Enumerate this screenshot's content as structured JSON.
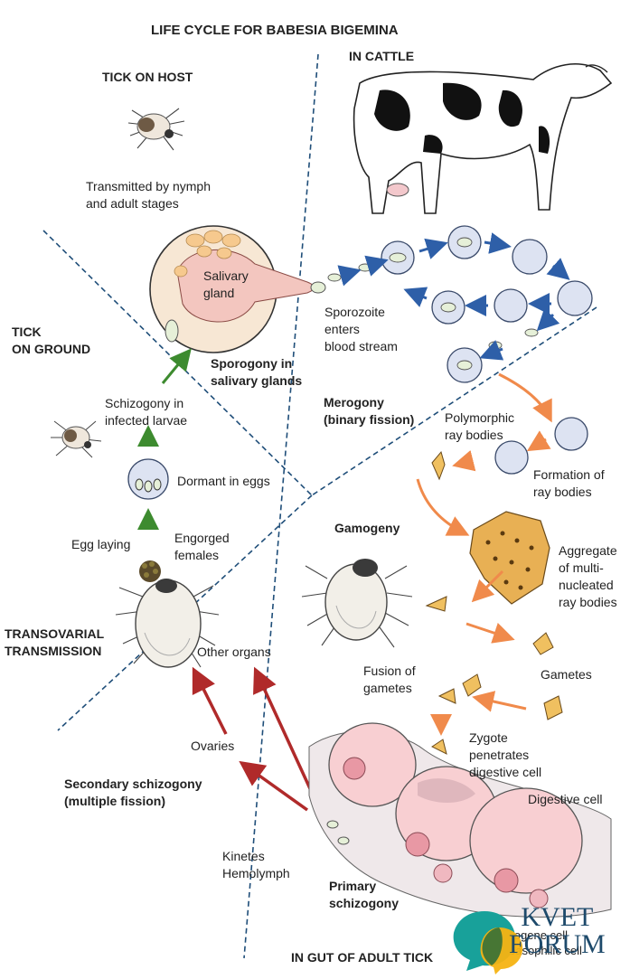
{
  "title": "LIFE CYCLE FOR BABESIA BIGEMINA",
  "sections": {
    "tick_on_host": "TICK ON HOST",
    "in_cattle": "IN CATTLE",
    "tick_on_ground": "TICK\nON GROUND",
    "transovarial": "TRANSOVARIAL\nTRANSMISSION",
    "in_gut": "IN GUT OF ADULT TICK"
  },
  "labels": {
    "transmitted": "Transmitted by nymph\nand adult stages",
    "salivary_gland": "Salivary\ngland",
    "sporozoite": "Sporozoite\nenters\nblood stream",
    "sporogony": "Sporogony in\nsalivary glands",
    "schizogony_larvae": "Schizogony in\ninfected larvae",
    "merogony": "Merogony\n(binary fission)",
    "polymorphic": "Polymorphic\nray bodies",
    "dormant": "Dormant in eggs",
    "formation": "Formation of\nray bodies",
    "egg_laying": "Egg laying",
    "engorged": "Engorged\nfemales",
    "gamogeny": "Gamogeny",
    "aggregate": "Aggregate\nof multi-\nnucleated\nray bodies",
    "other_organs": "Other organs",
    "gametes": "Gametes",
    "fusion": "Fusion of\ngametes",
    "ovaries": "Ovaries",
    "zygote": "Zygote\npenetrates\ndigestive cell",
    "secondary": "Secondary schizogony\n(multiple fission)",
    "digestive_cell": "Digestive cell",
    "kinetes": "Kinetes\nHemolymph",
    "primary": "Primary\nschizogony",
    "cell_labels": "llogene cell\nbasophilic cell"
  },
  "watermark": {
    "text": "KVET\nFORUM"
  },
  "colors": {
    "dashed_line": "#1f4e79",
    "blue_arrow": "#2e5fa8",
    "green_arrow": "#3d8b2f",
    "orange_arrow": "#f08a4b",
    "red_arrow": "#b02a2a",
    "cell_fill": "#dde3f2",
    "gut_cell": "#f8cfd2",
    "gland_fill": "#f7e7d4"
  }
}
